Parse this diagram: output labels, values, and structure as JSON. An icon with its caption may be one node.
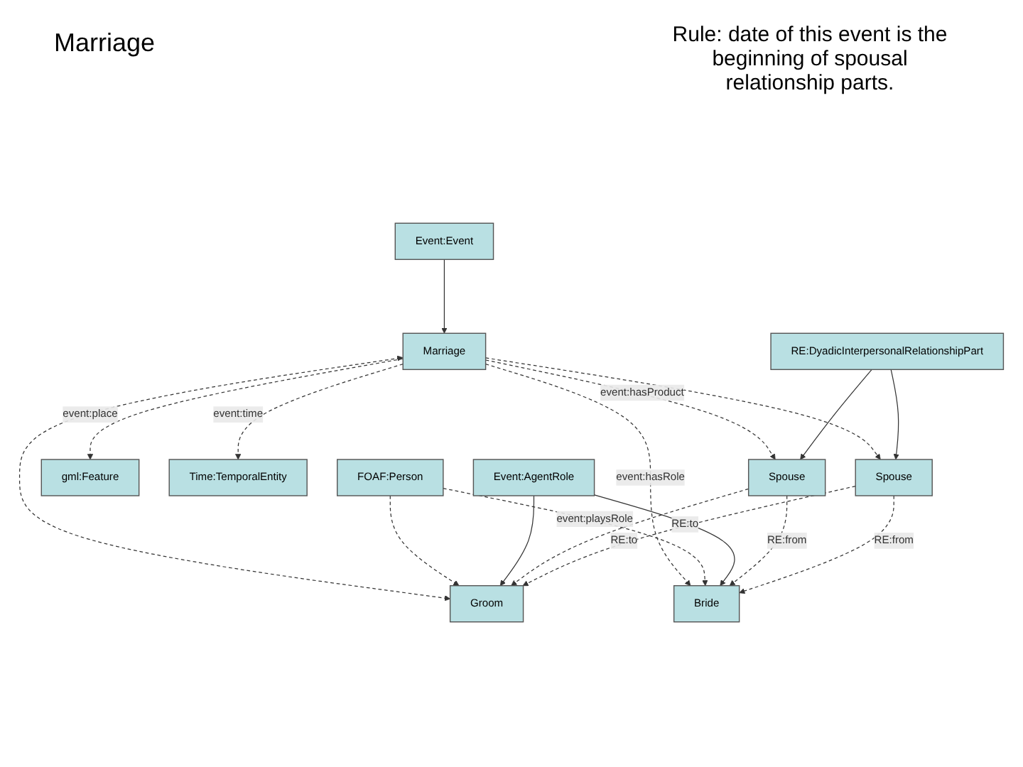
{
  "diagram": {
    "title": "Marriage",
    "nodes": [
      {
        "text": [
          "Event:Event"
        ]
      },
      {
        "text": [
          "gml:Feature"
        ]
      },
      {
        "text": [
          "Marriage"
        ]
      },
      {
        "text": [
          "FOAF:Person"
        ]
      },
      {
        "text": [
          "Time:TemporalEntity"
        ]
      },
      {
        "text": [
          "Event:AgentRole"
        ]
      },
      {
        "text": [
          "Spouse"
        ]
      },
      {
        "text": [
          "Spouse"
        ]
      },
      {
        "text": [
          "Bride"
        ]
      },
      {
        "text": [
          "Groom"
        ]
      },
      {
        "text": [
          "RE:DyadicInterpersonalRelationshipPart"
        ]
      }
    ],
    "edges": [
      {
        "from": 0,
        "to": 2,
        "arrow": "to"
      },
      {
        "from": 2,
        "to": 1,
        "arrow": "to",
        "label": "event:place",
        "style": "dashed"
      },
      {
        "from": 2,
        "to": 4,
        "arrow": "to",
        "label": "event:time",
        "style": "dashed"
      },
      {
        "from": 2,
        "to": 6,
        "arrow": "to",
        "label": "event:hasProduct",
        "style": "dashed"
      },
      {
        "from": 2,
        "to": 7,
        "arrow": "to",
        "style": "dashed"
      },
      {
        "from": 2,
        "to": 8,
        "arrow": "to",
        "label": "event:hasRole",
        "style": "dashed"
      },
      {
        "from": 2,
        "to": 9,
        "arrow": "both",
        "style": "dashed"
      },
      {
        "from": 3,
        "to": 8,
        "arrow": "to",
        "label": "event:playsRole",
        "style": "dashed"
      },
      {
        "from": 3,
        "to": 9,
        "arrow": "to",
        "style": "dashed"
      },
      {
        "from": 5,
        "to": 8,
        "arrow": "to"
      },
      {
        "from": 5,
        "to": 9,
        "arrow": "to"
      },
      {
        "from": 10,
        "to": 6,
        "arrow": "to"
      },
      {
        "from": 10,
        "to": 7,
        "arrow": "to"
      },
      {
        "from": 6,
        "to": 9,
        "arrow": "to",
        "label": "RE:to",
        "style": "dashed"
      },
      {
        "from": 6,
        "to": 8,
        "arrow": "to",
        "label": "RE:from",
        "style": "dashed"
      },
      {
        "from": 7,
        "to": 8,
        "arrow": "to",
        "label": "RE:from",
        "style": "dashed"
      },
      {
        "from": 7,
        "to": 9,
        "arrow": "to",
        "label": "RE:to",
        "style": "dashed"
      }
    ],
    "labels": [
      "Rule: date of this event is the beginning of spousal relationship parts."
    ]
  }
}
